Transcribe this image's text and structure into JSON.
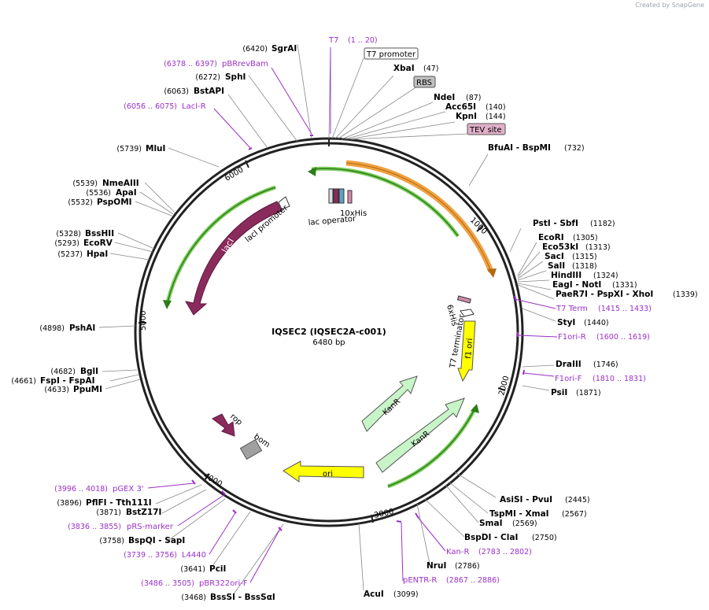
{
  "credit": "Created by SnapGene",
  "plasmid": {
    "name": "IQSEC2 (IQSEC2A-c001)",
    "size": "6480 bp"
  },
  "ticks": [
    "1000",
    "2000",
    "3000",
    "4000",
    "5000",
    "6000"
  ],
  "enzymes_right": [
    {
      "name": "BfuAI - BspMI",
      "pos": "(732)"
    },
    {
      "name": "PstI - SbfI",
      "pos": "(1182)"
    },
    {
      "name": "EcoRI",
      "pos": "(1305)"
    },
    {
      "name": "Eco53kI",
      "pos": "(1313)"
    },
    {
      "name": "SacI",
      "pos": "(1315)"
    },
    {
      "name": "SalI",
      "pos": "(1318)"
    },
    {
      "name": "HindIII",
      "pos": "(1324)"
    },
    {
      "name": "EagI - NotI",
      "pos": "(1331)"
    },
    {
      "name": "PaeR7I - PspXI - XhoI",
      "pos": "(1339)"
    },
    {
      "name": "StyI",
      "pos": "(1440)"
    },
    {
      "name": "DraIII",
      "pos": "(1746)"
    },
    {
      "name": "PsiI",
      "pos": "(1871)"
    },
    {
      "name": "AsiSI - PvuI",
      "pos": "(2445)"
    },
    {
      "name": "TspMI - XmaI",
      "pos": "(2567)"
    },
    {
      "name": "SmaI",
      "pos": "(2569)"
    },
    {
      "name": "BspDI - ClaI",
      "pos": "(2750)"
    },
    {
      "name": "NruI",
      "pos": "(2786)"
    },
    {
      "name": "AcuI",
      "pos": "(3099)"
    }
  ],
  "enzymes_top": [
    {
      "name": "XbaI",
      "pos": "(47)"
    },
    {
      "name": "NdeI",
      "pos": "(87)"
    },
    {
      "name": "Acc65I",
      "pos": "(140)"
    },
    {
      "name": "KpnI",
      "pos": "(144)"
    }
  ],
  "enzymes_left": [
    {
      "name": "SgrAI",
      "pos": "(6420)"
    },
    {
      "name": "SphI",
      "pos": "(6272)"
    },
    {
      "name": "BstAPI",
      "pos": "(6063)"
    },
    {
      "name": "MluI",
      "pos": "(5739)"
    },
    {
      "name": "NmeAIII",
      "pos": "(5539)"
    },
    {
      "name": "ApaI",
      "pos": "(5536)"
    },
    {
      "name": "PspOMI",
      "pos": "(5532)"
    },
    {
      "name": "BssHII",
      "pos": "(5328)"
    },
    {
      "name": "EcoRV",
      "pos": "(5293)"
    },
    {
      "name": "HpaI",
      "pos": "(5237)"
    },
    {
      "name": "PshAI",
      "pos": "(4898)"
    },
    {
      "name": "BglI",
      "pos": "(4682)"
    },
    {
      "name": "FspI - FspAI",
      "pos": "(4661)"
    },
    {
      "name": "PpuMI",
      "pos": "(4633)"
    },
    {
      "name": "PflFI - Tth111I",
      "pos": "(3896)"
    },
    {
      "name": "BstZ17I",
      "pos": "(3871)"
    },
    {
      "name": "BspQI - SapI",
      "pos": "(3758)"
    },
    {
      "name": "PciI",
      "pos": "(3641)"
    },
    {
      "name": "BssSI - BssSαI",
      "pos": "(3468)"
    }
  ],
  "primers": [
    {
      "name": "T7",
      "pos": "(1 .. 20)"
    },
    {
      "name": "pBRrevBam",
      "pos": "(6378 .. 6397)"
    },
    {
      "name": "LacI-R",
      "pos": "(6056 .. 6075)"
    },
    {
      "name": "T7 Term",
      "pos": "(1415 .. 1433)"
    },
    {
      "name": "F1ori-R",
      "pos": "(1600 .. 1619)"
    },
    {
      "name": "F1ori-F",
      "pos": "(1810 .. 1831)"
    },
    {
      "name": "Kan-R",
      "pos": "(2783 .. 2802)"
    },
    {
      "name": "pENTR-R",
      "pos": "(2867 .. 2886)"
    },
    {
      "name": "pGEX 3'",
      "pos": "(3996 .. 4018)"
    },
    {
      "name": "pRS-marker",
      "pos": "(3836 .. 3855)"
    },
    {
      "name": "L4440",
      "pos": "(3739 .. 3756)"
    },
    {
      "name": "pBR322ori-F",
      "pos": "(3486 .. 3505)"
    }
  ],
  "boxes": {
    "t7_promoter": "T7 promoter",
    "rbs": "RBS",
    "tev": "TEV site"
  },
  "features": {
    "laci": "lacI",
    "laci_promoter": "lacI promoter",
    "lac_operator": "lac operator",
    "his10": "10xHis",
    "his6": "6xHis",
    "t7_terminator": "T7 terminator",
    "f1_ori": "f1 ori",
    "kanr1": "KanR",
    "kanr2": "KanR",
    "ori": "ori",
    "rop": "rop",
    "bom": "bom"
  },
  "colors": {
    "orf": "#8b2a5c",
    "marker": "#c8f5c8",
    "ori": "#ffff00",
    "gene": "#f0a040",
    "primer": "#9b30c8",
    "misc": "#a0a0a0"
  }
}
